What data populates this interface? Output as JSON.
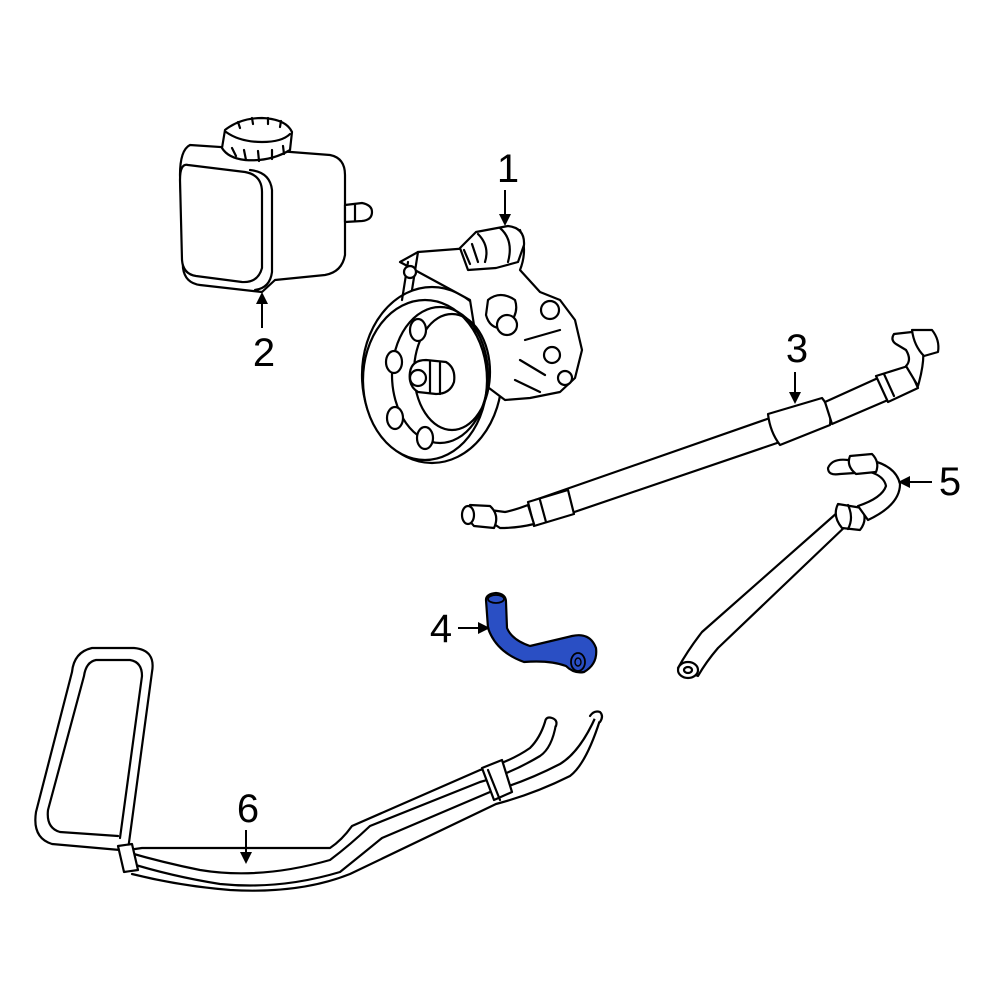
{
  "diagram": {
    "highlight_color": "#2a4fc4",
    "outline_color": "#000000",
    "background_color": "#ffffff",
    "callouts": [
      {
        "id": "1",
        "label": "1"
      },
      {
        "id": "2",
        "label": "2"
      },
      {
        "id": "3",
        "label": "3"
      },
      {
        "id": "4",
        "label": "4"
      },
      {
        "id": "5",
        "label": "5"
      },
      {
        "id": "6",
        "label": "6"
      }
    ],
    "highlighted_callout": "4"
  }
}
